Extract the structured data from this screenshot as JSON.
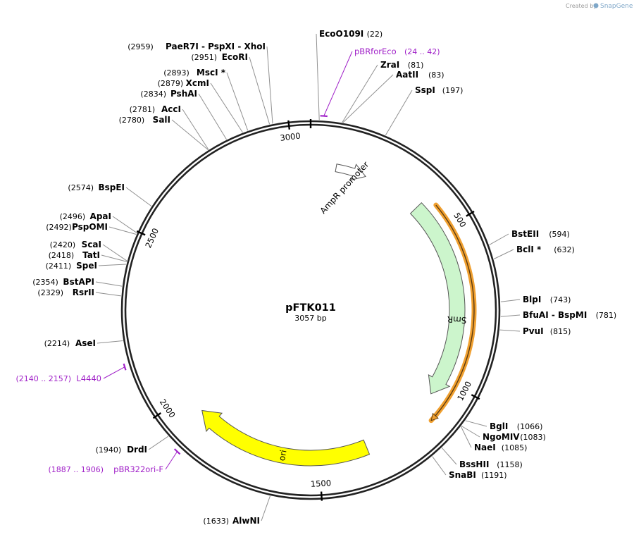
{
  "credit": {
    "prefix": "Created by",
    "brand": "SnapGene"
  },
  "plasmid": {
    "name": "pFTK011",
    "size_label": "3057 bp",
    "length": 3057
  },
  "ticks": [
    {
      "pos": 0,
      "label": ""
    },
    {
      "pos": 500,
      "label": "500"
    },
    {
      "pos": 1000,
      "label": "1000"
    },
    {
      "pos": 1500,
      "label": "1500"
    },
    {
      "pos": 2000,
      "label": "2000"
    },
    {
      "pos": 2500,
      "label": "2500"
    },
    {
      "pos": 3000,
      "label": "3000"
    }
  ],
  "enzymes": [
    {
      "name": "EcoO109I",
      "pos_label": "(22)",
      "pos": 22
    },
    {
      "name": "ZraI",
      "pos_label": "(81)",
      "pos": 81
    },
    {
      "name": "AatII",
      "pos_label": "(83)",
      "pos": 83
    },
    {
      "name": "SspI",
      "pos_label": "(197)",
      "pos": 197
    },
    {
      "name": "BstEII",
      "pos_label": "(594)",
      "pos": 594
    },
    {
      "name": "BclI *",
      "pos_label": "(632)",
      "pos": 632
    },
    {
      "name": "BlpI",
      "pos_label": "(743)",
      "pos": 743
    },
    {
      "name": "BfuAI - BspMI",
      "pos_label": "(781)",
      "pos": 781
    },
    {
      "name": "PvuI",
      "pos_label": "(815)",
      "pos": 815
    },
    {
      "name": "BglI",
      "pos_label": "(1066)",
      "pos": 1066
    },
    {
      "name": "NgoMIV",
      "pos_label": "(1083)",
      "pos": 1083
    },
    {
      "name": "NaeI",
      "pos_label": "(1085)",
      "pos": 1085
    },
    {
      "name": "BssHII",
      "pos_label": "(1158)",
      "pos": 1158
    },
    {
      "name": "SnaBI",
      "pos_label": "(1191)",
      "pos": 1191
    },
    {
      "name": "AlwNI",
      "pos_label": "(1633)",
      "pos": 1633
    },
    {
      "name": "DrdI",
      "pos_label": "(1940)",
      "pos": 1940
    },
    {
      "name": "AseI",
      "pos_label": "(2214)",
      "pos": 2214
    },
    {
      "name": "RsrII",
      "pos_label": "(2329)",
      "pos": 2329
    },
    {
      "name": "BstAPI",
      "pos_label": "(2354)",
      "pos": 2354
    },
    {
      "name": "SpeI",
      "pos_label": "(2411)",
      "pos": 2411
    },
    {
      "name": "TatI",
      "pos_label": "(2418)",
      "pos": 2418
    },
    {
      "name": "ScaI",
      "pos_label": "(2420)",
      "pos": 2420
    },
    {
      "name": "PspOMI",
      "pos_label": "(2492)",
      "pos": 2492
    },
    {
      "name": "ApaI",
      "pos_label": "(2496)",
      "pos": 2496
    },
    {
      "name": "BspEI",
      "pos_label": "(2574)",
      "pos": 2574
    },
    {
      "name": "SalI",
      "pos_label": "(2780)",
      "pos": 2780
    },
    {
      "name": "AccI",
      "pos_label": "(2781)",
      "pos": 2781
    },
    {
      "name": "PshAI",
      "pos_label": "(2834)",
      "pos": 2834
    },
    {
      "name": "XcmI",
      "pos_label": "(2879)",
      "pos": 2879
    },
    {
      "name": "MscI *",
      "pos_label": "(2893)",
      "pos": 2893
    },
    {
      "name": "EcoRI",
      "pos_label": "(2951)",
      "pos": 2951
    },
    {
      "name": "PaeR7I - PspXI - XhoI",
      "pos_label": "(2959)",
      "pos": 2959
    }
  ],
  "primers": [
    {
      "name": "pBRforEco",
      "range_label": "(24 .. 42)",
      "start": 24,
      "end": 42
    },
    {
      "name": "L4440",
      "range_label": "(2140 .. 2157)",
      "start": 2140,
      "end": 2157
    },
    {
      "name": "pBR322ori-F",
      "range_label": "(1887 .. 1906)",
      "start": 1887,
      "end": 1906
    }
  ],
  "features": [
    {
      "name": "AmpR promoter",
      "start": 86,
      "end": 190,
      "color": "#ffffff"
    },
    {
      "name": "SmR",
      "start": 390,
      "end": 1060,
      "color": "#ccf5cc"
    },
    {
      "name": "ori",
      "start": 1340,
      "end": 1930,
      "color": "#ffff00"
    }
  ],
  "highlight": {
    "start": 425,
    "end": 1125,
    "color": "#f0a030"
  }
}
